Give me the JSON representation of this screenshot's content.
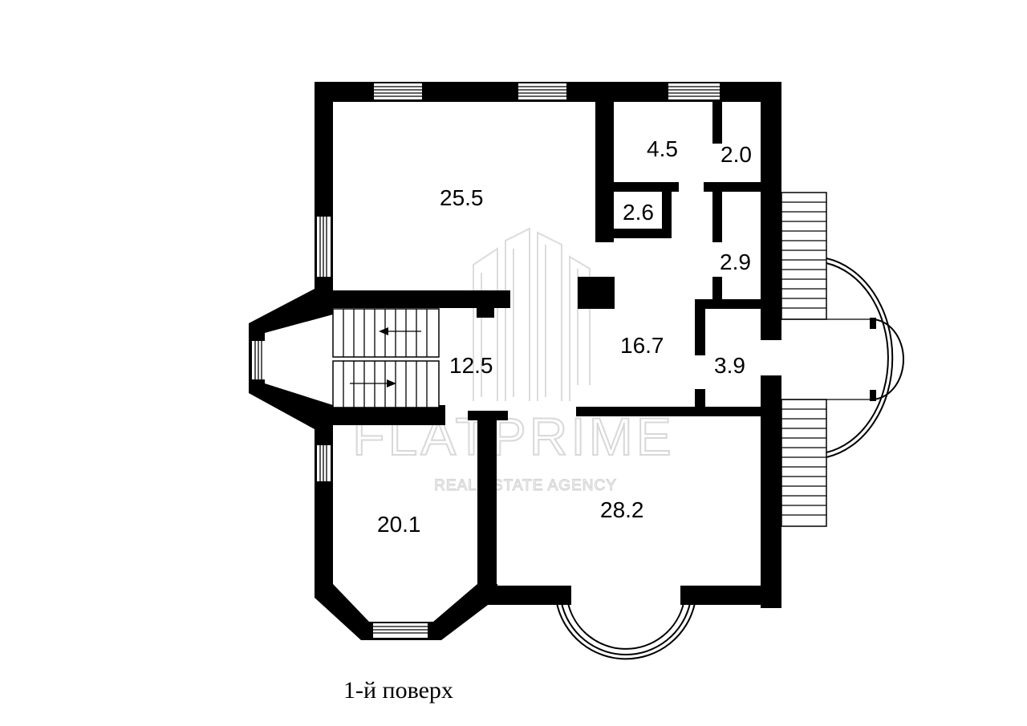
{
  "plan": {
    "caption": "1-й поверх",
    "rooms": [
      {
        "id": "room-25-5",
        "area": "25.5"
      },
      {
        "id": "room-4-5",
        "area": "4.5"
      },
      {
        "id": "room-2-0",
        "area": "2.0"
      },
      {
        "id": "room-2-6",
        "area": "2.6"
      },
      {
        "id": "room-2-9",
        "area": "2.9"
      },
      {
        "id": "room-16-7",
        "area": "16.7"
      },
      {
        "id": "room-12-5",
        "area": "12.5"
      },
      {
        "id": "room-3-9",
        "area": "3.9"
      },
      {
        "id": "room-20-1",
        "area": "20.1"
      },
      {
        "id": "room-28-2",
        "area": "28.2"
      }
    ]
  },
  "watermark": {
    "brand": "FLATPRIME",
    "tagline": "REAL ESTATE AGENCY"
  }
}
